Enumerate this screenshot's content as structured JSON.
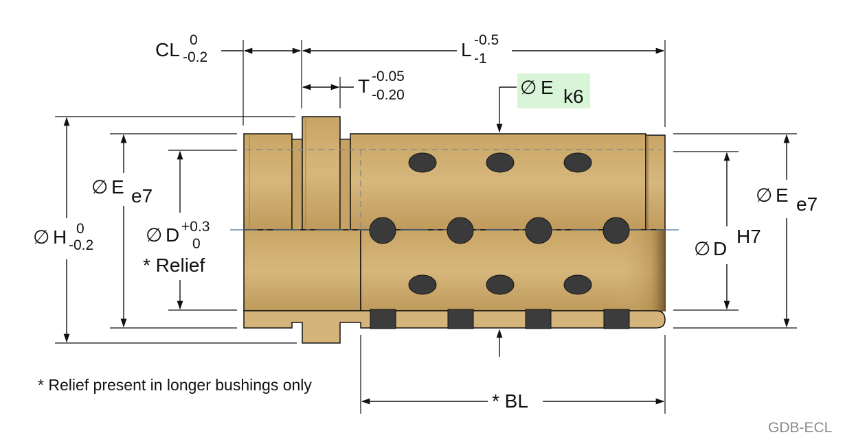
{
  "labels": {
    "cl": "CL",
    "cl_upper": "0",
    "cl_lower": "-0.2",
    "l": "L",
    "l_upper": "-0.5",
    "l_lower": "-1",
    "t": "T",
    "t_upper": "-0.05",
    "t_lower": "-0.20",
    "ek6_symbol": "∅",
    "ek6_letter": "E",
    "ek6_fit": "k6",
    "ee7_left_symbol": "∅",
    "ee7_left_letter": "E",
    "ee7_left_fit": "e7",
    "h_symbol": "∅",
    "h_letter": "H",
    "h_upper": "0",
    "h_lower": "-0.2",
    "d_relief_symbol": "∅",
    "d_relief_letter": "D",
    "d_relief_upper": "+0.3",
    "d_relief_lower": "0",
    "relief": "* Relief",
    "ee7_right_symbol": "∅",
    "ee7_right_letter": "E",
    "ee7_right_fit": "e7",
    "dh7_symbol": "∅",
    "dh7_letter": "D",
    "dh7_fit": "H7",
    "bl": "* BL",
    "footnote": "* Relief present in longer bushings only",
    "part_code": "GDB-ECL"
  },
  "colors": {
    "bronze": "#d2b174",
    "bronze_dark": "#a9864a",
    "plug": "#3c3c3c",
    "highlight": "#d8f5d8",
    "centerline": "#4d6e8f"
  }
}
